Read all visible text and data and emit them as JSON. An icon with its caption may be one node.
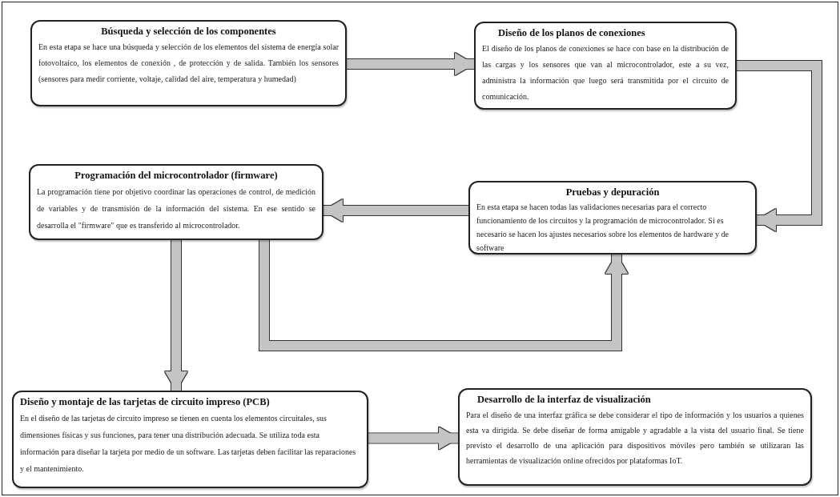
{
  "diagram": {
    "nodes": [
      {
        "text": [
          "Búsqueda y selección de los componentes",
          "En esta etapa se hace una búsqueda y selección de los elementos del sistema de energía solar fotovoltaico, los elementos de conexión , de protección y de salida. También los sensores (sensores para medir corriente, voltaje, calidad del aire, temperatura y humedad)"
        ]
      },
      {
        "text": [
          "Diseño de los planos de conexiones",
          "El diseño de los planos de conexiones se hace con base en la distribución de las cargas y los sensores que van al microcontrolador, este a su vez, administra la información que luego será transmitida por el circuito de comunicación."
        ]
      },
      {
        "text": [
          "Programación del microcontrolador (firmware)",
          "La programación tiene por objetivo coordinar las operaciones de control, de medición de variables y de transmisión de la información del sistema. En ese sentido se desarrolla el \"firmware\" que es transferido al microcontrolador."
        ]
      },
      {
        "text": [
          "Pruebas y depuración",
          "En esta etapa se hacen todas las validaciones necesarias para el correcto funcionamiento de los circuitos y la programación de microcontrolador. Si es necesario se hacen los ajustes necesarios sobre los elementos de hardware y de software"
        ]
      },
      {
        "text": [
          "Diseño y montaje de las tarjetas de circuito impreso (PCB)",
          "En el diseño de las tarjetas de circuito impreso se tienen en cuenta los elementos circuitales, sus dimensiones físicas y sus funciones, para tener una distribución adecuada. Se utiliza toda esta información para diseñar la tarjeta por medio de un software. Las tarjetas deben facilitar las reparaciones y el mantenimiento."
        ]
      },
      {
        "text": [
          "Desarrollo de la interfaz de visualización",
          "Para el diseño de una interfaz gráfica se debe considerar el tipo de información y los usuarios a quienes esta va dirigida. Se debe diseñar de forma amigable y agradable a la vista del usuario final. Se tiene previsto el desarrollo de una aplicación para dispositivos móviles pero también se utilizaran las herramientas de visualización online ofrecidos por plataformas IoT."
        ]
      }
    ],
    "edges": [
      {
        "from": 0,
        "to": 1,
        "arrow": "to"
      },
      {
        "from": 1,
        "to": 3,
        "arrow": "to"
      },
      {
        "from": 3,
        "to": 2,
        "arrow": "to"
      },
      {
        "from": 2,
        "to": 4,
        "arrow": "to"
      },
      {
        "from": 4,
        "to": 5,
        "arrow": "to"
      },
      {
        "from": 2,
        "to": 3,
        "arrow": "to"
      }
    ]
  }
}
